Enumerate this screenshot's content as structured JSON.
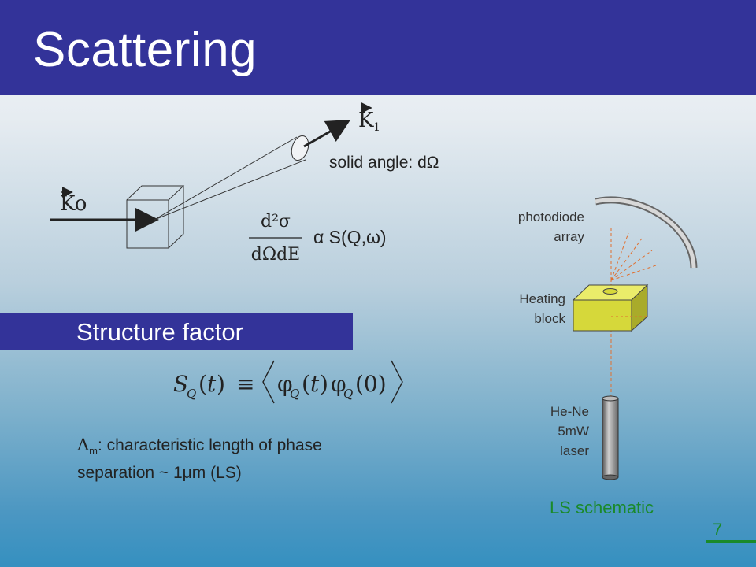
{
  "title": "Scattering",
  "diagram": {
    "k1_label": "K",
    "k1_sub": "1",
    "k0_label": "Ko",
    "solid_angle": "solid angle: dΩ",
    "proportional": "α  S(Q,ω)",
    "cross_section_num": "d²σ",
    "cross_section_den": "dΩdE"
  },
  "section": {
    "label": "Structure factor",
    "equation": "S_Q(t) ≡ ⟨ φ_Q(t) φ_Q(0) ⟩"
  },
  "lambda_note": {
    "symbol": "Λ",
    "sub": "m",
    "line1": ": characteristic length of phase",
    "line2": "separation ~ 1μm (LS)"
  },
  "schematic": {
    "photodiode_1": "photodiode",
    "photodiode_2": "array",
    "heating_1": "Heating",
    "heating_2": "block",
    "laser_1": "He-Ne",
    "laser_2": "5mW",
    "laser_3": "laser",
    "caption": "LS schematic"
  },
  "page_number": "7",
  "colors": {
    "header": "#333399",
    "caption": "#1a8a2a",
    "block": "#d6d83a",
    "laser_beam": "#e07030"
  }
}
